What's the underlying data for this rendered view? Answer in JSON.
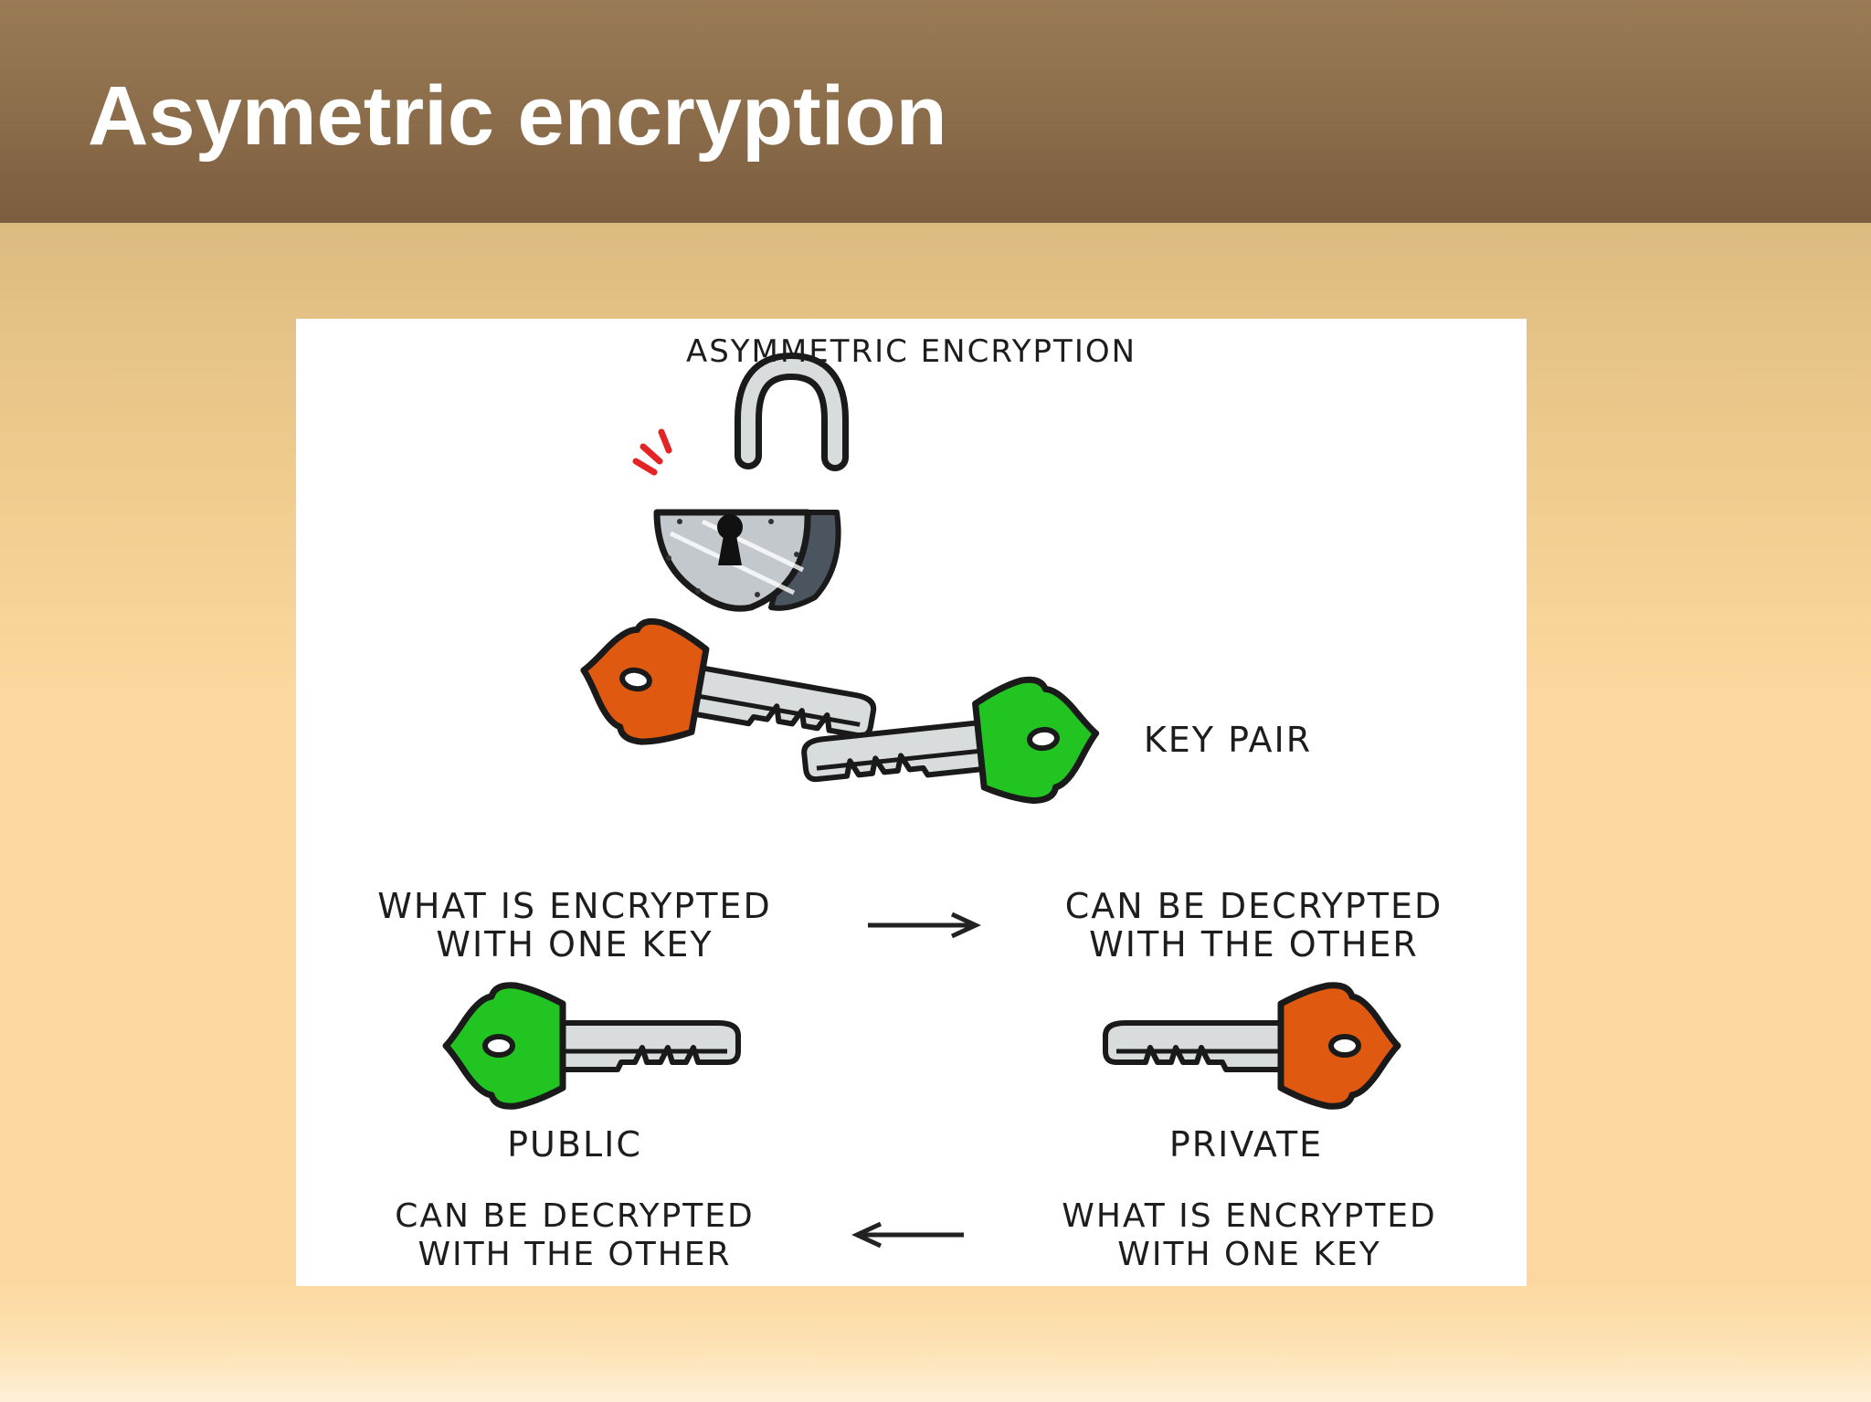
{
  "slide": {
    "title": "Asymetric encryption"
  },
  "figure": {
    "heading": "ASYMMETRIC ENCRYPTION",
    "key_pair_label": "KEY PAIR",
    "row1": {
      "left_line1": "WHAT IS ENCRYPTED",
      "left_line2": "WITH ONE KEY",
      "right_line1": "CAN BE DECRYPTED",
      "right_line2": "WITH THE OTHER"
    },
    "public_label": "PUBLIC",
    "private_label": "PRIVATE",
    "row2": {
      "left_line1": "CAN BE DECRYPTED",
      "left_line2": "WITH THE OTHER",
      "right_line1": "WHAT IS ENCRYPTED",
      "right_line2": "WITH ONE KEY"
    },
    "icons": {
      "padlock": "open-padlock-icon",
      "public_key": "green-key-icon",
      "private_key": "orange-key-icon",
      "arrow_right": "arrow-right-icon",
      "arrow_left": "arrow-left-icon"
    },
    "colors": {
      "public_key": "#22c422",
      "private_key": "#df5a10",
      "key_shaft": "#d9dcdc",
      "padlock_body": "#c3c8cd",
      "padlock_dark": "#4b5560",
      "spark": "#e22424"
    }
  },
  "theme": {
    "title_bar": "#8b6c4a",
    "background": "#fcd89e",
    "title_text": "#ffffff"
  }
}
